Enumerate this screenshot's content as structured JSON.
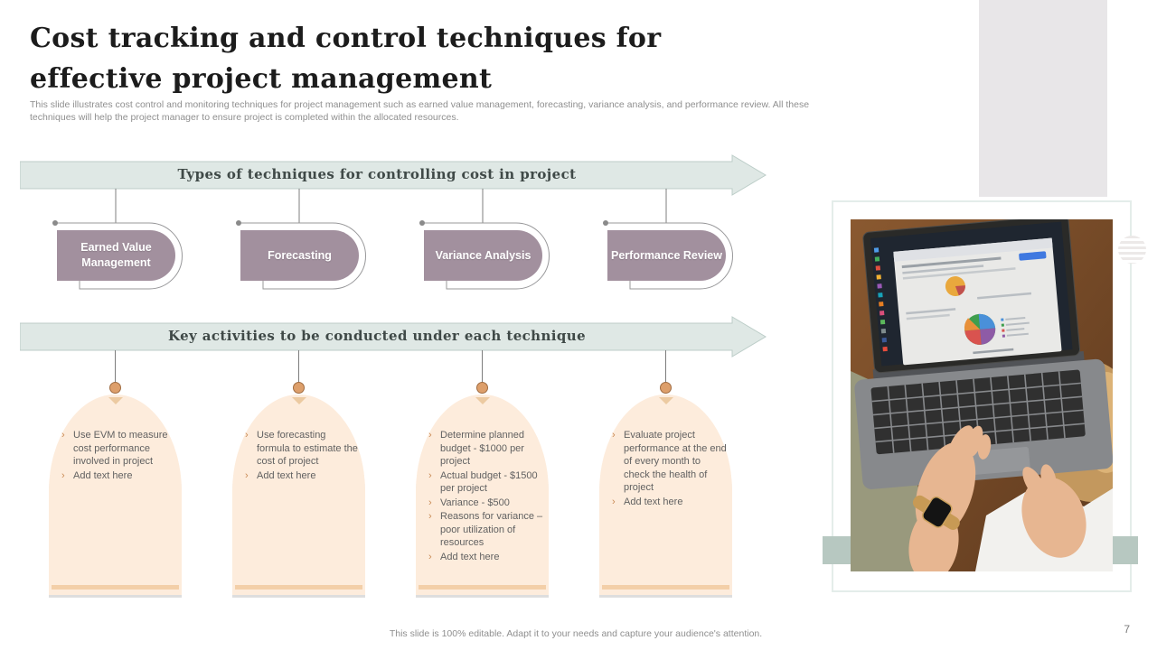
{
  "page": {
    "title": "Cost tracking and control techniques for effective project management",
    "subtitle": "This slide illustrates cost control and monitoring techniques for project management such as earned value management, forecasting, variance analysis, and performance review. All these techniques will help the project manager to ensure project is completed within the allocated resources.",
    "footer_note": "This slide is 100% editable. Adapt it to your needs and capture your audience's attention.",
    "page_number": "7"
  },
  "banners": {
    "types_heading": "Types of techniques for controlling cost in project",
    "activities_heading": "Key activities to be conducted under each technique"
  },
  "techniques": [
    {
      "label": "Earned Value Management",
      "activities": [
        "Use EVM to measure cost performance involved in project",
        "Add text here"
      ]
    },
    {
      "label": "Forecasting",
      "activities": [
        "Use forecasting formula to estimate the cost of project",
        "Add text here"
      ]
    },
    {
      "label": "Variance Analysis",
      "activities": [
        "Determine planned budget - $1000 per project",
        "Actual budget - $1500 per project",
        "Variance - $500",
        "Reasons for variance – poor utilization of resources",
        "Add text here"
      ]
    },
    {
      "label": "Performance Review",
      "activities": [
        "Evaluate project performance at the end of every month to check the health of project",
        "Add text here"
      ]
    }
  ],
  "ui": {
    "bullet_glyph": "›"
  },
  "colors": {
    "banner_fill": "#dfe8e5",
    "banner_border": "#bccdc8",
    "pill_fill": "#a2909e",
    "arch_fill": "#fdecdc",
    "arch_strip": "#f3cfa8",
    "accent_circle": "#dd9f6b",
    "bullet_accent": "#c98a54",
    "sage_bar": "#b7c8c1",
    "corner_block": "#e8e6e8"
  }
}
